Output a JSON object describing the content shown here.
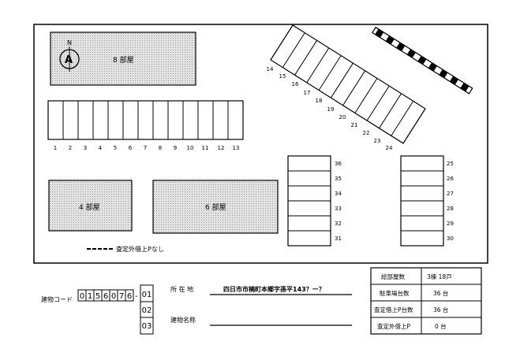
{
  "site_plan": {
    "north_label": "N",
    "north_letter": "A",
    "buildings": [
      {
        "label": "8 部屋"
      },
      {
        "label": "4 部屋"
      },
      {
        "label": "6 部屋"
      }
    ],
    "row_bottom": [
      "1",
      "2",
      "3",
      "4",
      "5",
      "6",
      "7",
      "8",
      "9",
      "10",
      "11",
      "12",
      "13"
    ],
    "row_diagonal": [
      "14",
      "15",
      "16",
      "17",
      "18",
      "19",
      "20",
      "21",
      "22",
      "23",
      "24"
    ],
    "col_middle": [
      "36",
      "35",
      "34",
      "33",
      "32",
      "31"
    ],
    "col_right": [
      "25",
      "26",
      "27",
      "28",
      "29",
      "30"
    ],
    "legend_text": "査定外借上Pなし"
  },
  "building_code": {
    "label": "建物コード",
    "digits": [
      "0",
      "1",
      "5",
      "6",
      "0",
      "7",
      "6"
    ],
    "dash": "-",
    "suffix_codes": [
      "01",
      "02",
      "03"
    ]
  },
  "address": {
    "label": "所 在 地",
    "value": "四日市市楠町本郷字孫平143？ー？"
  },
  "building_name": {
    "label": "建物名称",
    "value": ""
  },
  "summary_table": [
    {
      "label": "総部屋数",
      "value": "3棟 18戸"
    },
    {
      "label": "駐車場台数",
      "value": "36 台"
    },
    {
      "label": "査定借上P台数",
      "value": "36 台"
    },
    {
      "label": "査定外借上P",
      "value": "0 台"
    }
  ]
}
